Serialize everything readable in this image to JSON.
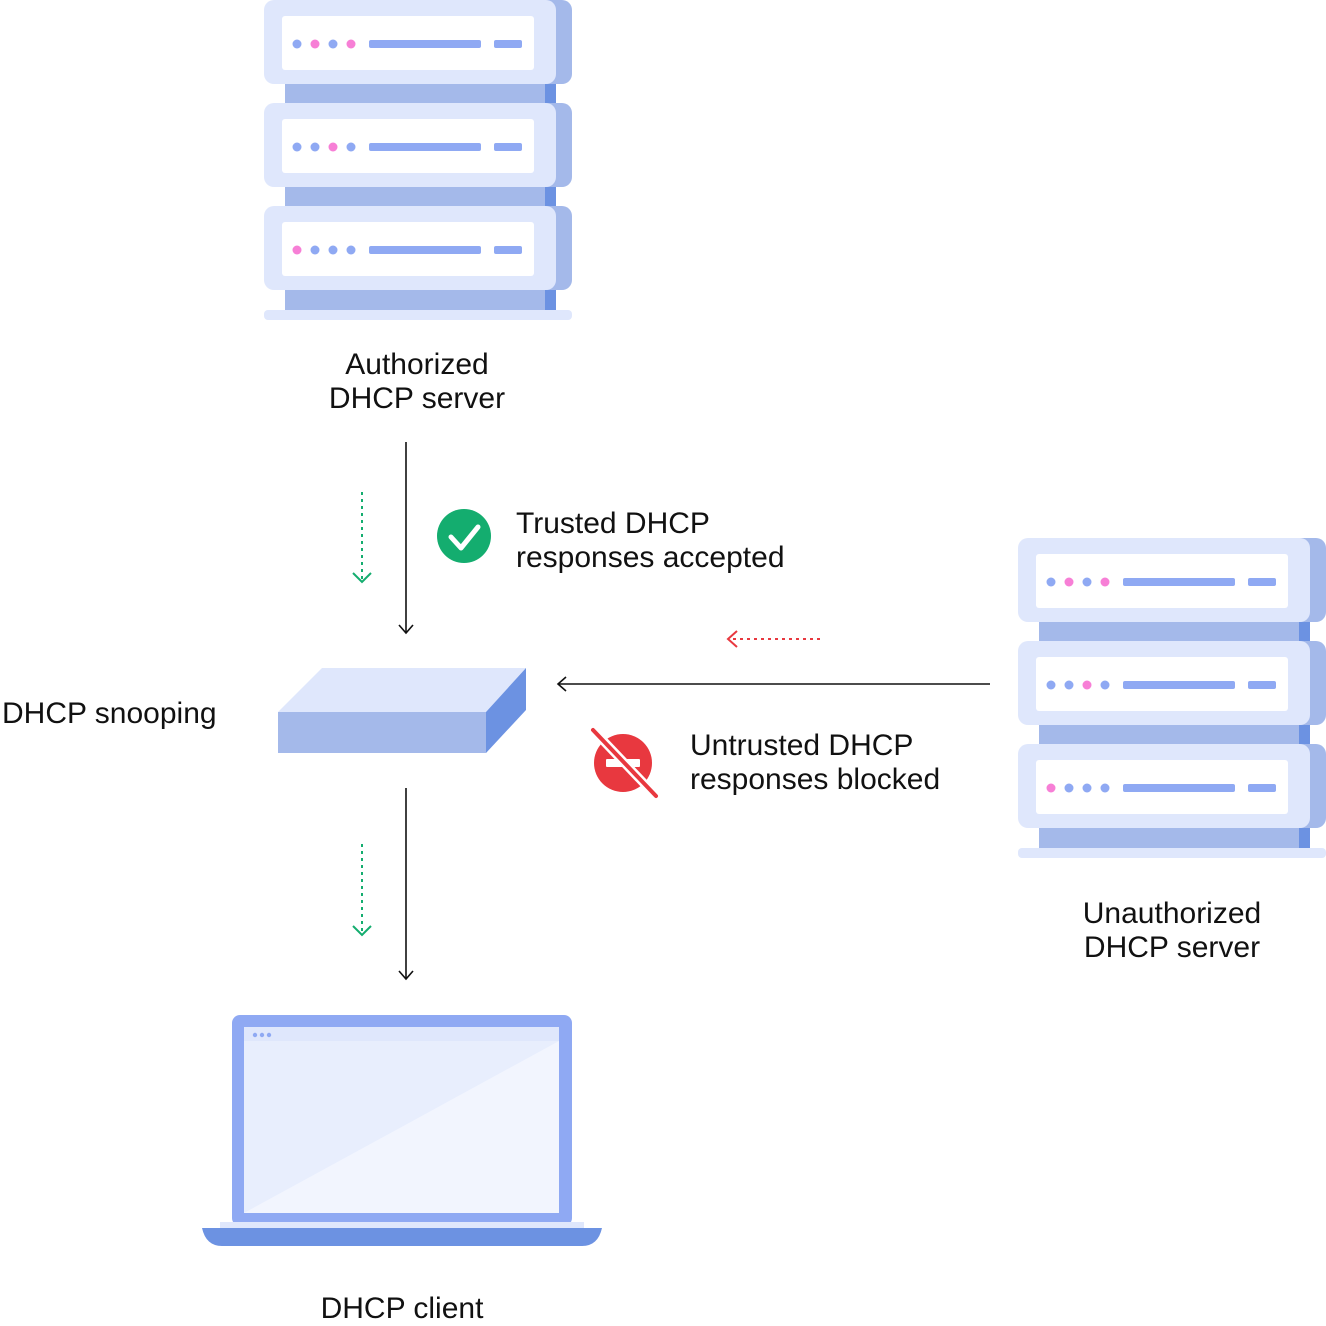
{
  "nodes": {
    "authorized_server": {
      "line1": "Authorized",
      "line2": "DHCP server",
      "icon": "server-rack-icon"
    },
    "unauthorized_server": {
      "line1": "Unauthorized",
      "line2": "DHCP server",
      "icon": "server-rack-icon"
    },
    "snooping_switch": {
      "label": "DHCP snooping",
      "icon": "network-switch-icon"
    },
    "client": {
      "label": "DHCP client",
      "icon": "laptop-icon"
    }
  },
  "edges": {
    "trusted": {
      "line1": "Trusted DHCP",
      "line2": "responses accepted",
      "icon": "check-circle-icon"
    },
    "untrusted": {
      "line1": "Untrusted DHCP",
      "line2": "responses blocked",
      "icon": "blocked-icon"
    }
  },
  "colors": {
    "accepted": "#14ad6f",
    "blocked": "#e8383f",
    "server_light": "#dfe7fc",
    "server_mid": "#a4b9ea",
    "led_blue": "#8fa9f3",
    "led_pink": "#f77fd6",
    "arrow": "#111111"
  }
}
